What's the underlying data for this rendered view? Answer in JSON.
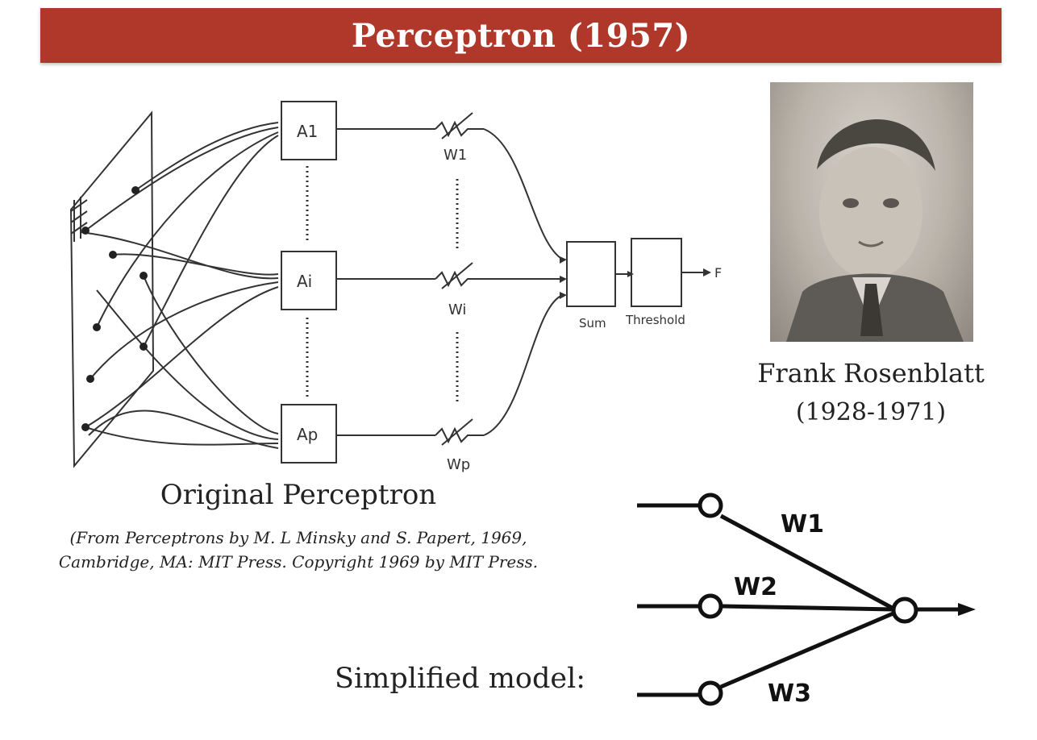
{
  "title": "Perceptron (1957)",
  "original_diagram": {
    "association_units": [
      "A1",
      "Ai",
      "Ap"
    ],
    "weights": [
      "W1",
      "Wi",
      "Wp"
    ],
    "sum_label": "Sum",
    "threshold_label": "Threshold",
    "output_label": "F"
  },
  "original_caption": "Original Perceptron",
  "citation": "(From Perceptrons by M. L Minsky and S. Papert, 1969, Cambridge, MA: MIT Press. Copyright 1969 by MIT Press.",
  "person": {
    "name": "Frank Rosenblatt",
    "years": "(1928-1971)"
  },
  "simplified": {
    "label": "Simplified model:",
    "weights": [
      "W1",
      "W2",
      "W3"
    ]
  },
  "colors": {
    "title_bar": "#b0382b",
    "title_text": "#ffffff"
  }
}
